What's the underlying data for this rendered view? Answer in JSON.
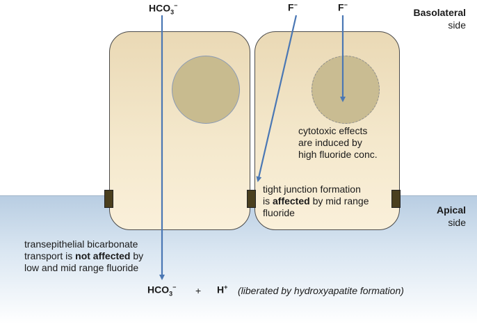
{
  "ions": {
    "hco3_top": {
      "base": "HCO",
      "sub": "3",
      "sup": "−"
    },
    "f_left": {
      "base": "F",
      "sup": "−"
    },
    "f_right": {
      "base": "F",
      "sup": "−"
    },
    "hco3_bottom": {
      "base": "HCO",
      "sub": "3",
      "sup": "−"
    },
    "plus": "+",
    "h": {
      "base": "H",
      "sup": "+"
    },
    "h_note": "(liberated by hydroxyapatite formation)"
  },
  "sides": {
    "basolateral": {
      "line1": "Basolateral",
      "line2": "side"
    },
    "apical": {
      "line1": "Apical",
      "line2": "side"
    }
  },
  "annotations": {
    "cytotoxic": [
      "cytotoxic effects",
      "are induced by",
      "high fluoride conc."
    ],
    "tight_junction": {
      "line1": "tight junction formation",
      "line2_pre": "is ",
      "line2_bold": "affected",
      "line2_post": " by mid range",
      "line3": "fluoride"
    },
    "bicarbonate": {
      "line1": "transepithelial bicarbonate",
      "line2_pre": "transport is ",
      "line2_bold": "not affected",
      "line2_post": " by",
      "line3": "low and mid range fluoride"
    }
  },
  "colors": {
    "arrow": "#4a77b4",
    "cell_fill": "#f4e8cc",
    "apical_medium": "#c6d7e8",
    "junction": "#4a3f1e"
  }
}
